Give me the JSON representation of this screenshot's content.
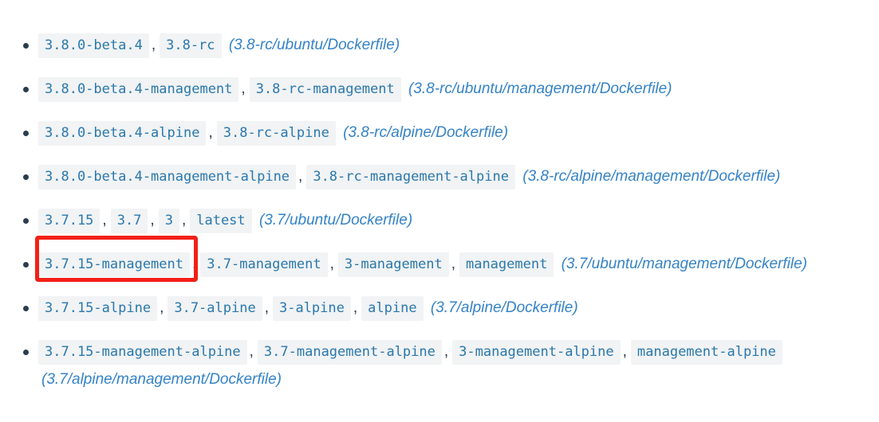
{
  "colors": {
    "page_background": "#ffffff",
    "body_text": "#2b3c4e",
    "code_text": "#2a78ad",
    "code_background": "#f1f3f4",
    "link_blue": "#3583c6",
    "annotation_red": "#f32017"
  },
  "tag_list": {
    "separator": ",",
    "items": [
      {
        "tags": [
          "3.8.0-beta.4",
          "3.8-rc"
        ],
        "link": "(3.8-rc/ubuntu/Dockerfile)"
      },
      {
        "tags": [
          "3.8.0-beta.4-management",
          "3.8-rc-management"
        ],
        "link": "(3.8-rc/ubuntu/management/Dockerfile)"
      },
      {
        "tags": [
          "3.8.0-beta.4-alpine",
          "3.8-rc-alpine"
        ],
        "link": "(3.8-rc/alpine/Dockerfile)"
      },
      {
        "tags": [
          "3.8.0-beta.4-management-alpine",
          "3.8-rc-management-alpine"
        ],
        "link": "(3.8-rc/alpine/management/Dockerfile)"
      },
      {
        "tags": [
          "3.7.15",
          "3.7",
          "3",
          "latest"
        ],
        "link": "(3.7/ubuntu/Dockerfile)"
      },
      {
        "tags": [
          "3.7.15-management",
          "3.7-management",
          "3-management",
          "management"
        ],
        "link": "(3.7/ubuntu/management/Dockerfile)",
        "highlighted_tag_index": 0
      },
      {
        "tags": [
          "3.7.15-alpine",
          "3.7-alpine",
          "3-alpine",
          "alpine"
        ],
        "link": "(3.7/alpine/Dockerfile)"
      },
      {
        "tags": [
          "3.7.15-management-alpine",
          "3.7-management-alpine",
          "3-management-alpine",
          "management-alpine"
        ],
        "link": "(3.7/alpine/management/Dockerfile)"
      }
    ]
  },
  "annotation": {
    "type": "red-highlight-box",
    "target_tag": "3.7.15-management"
  }
}
